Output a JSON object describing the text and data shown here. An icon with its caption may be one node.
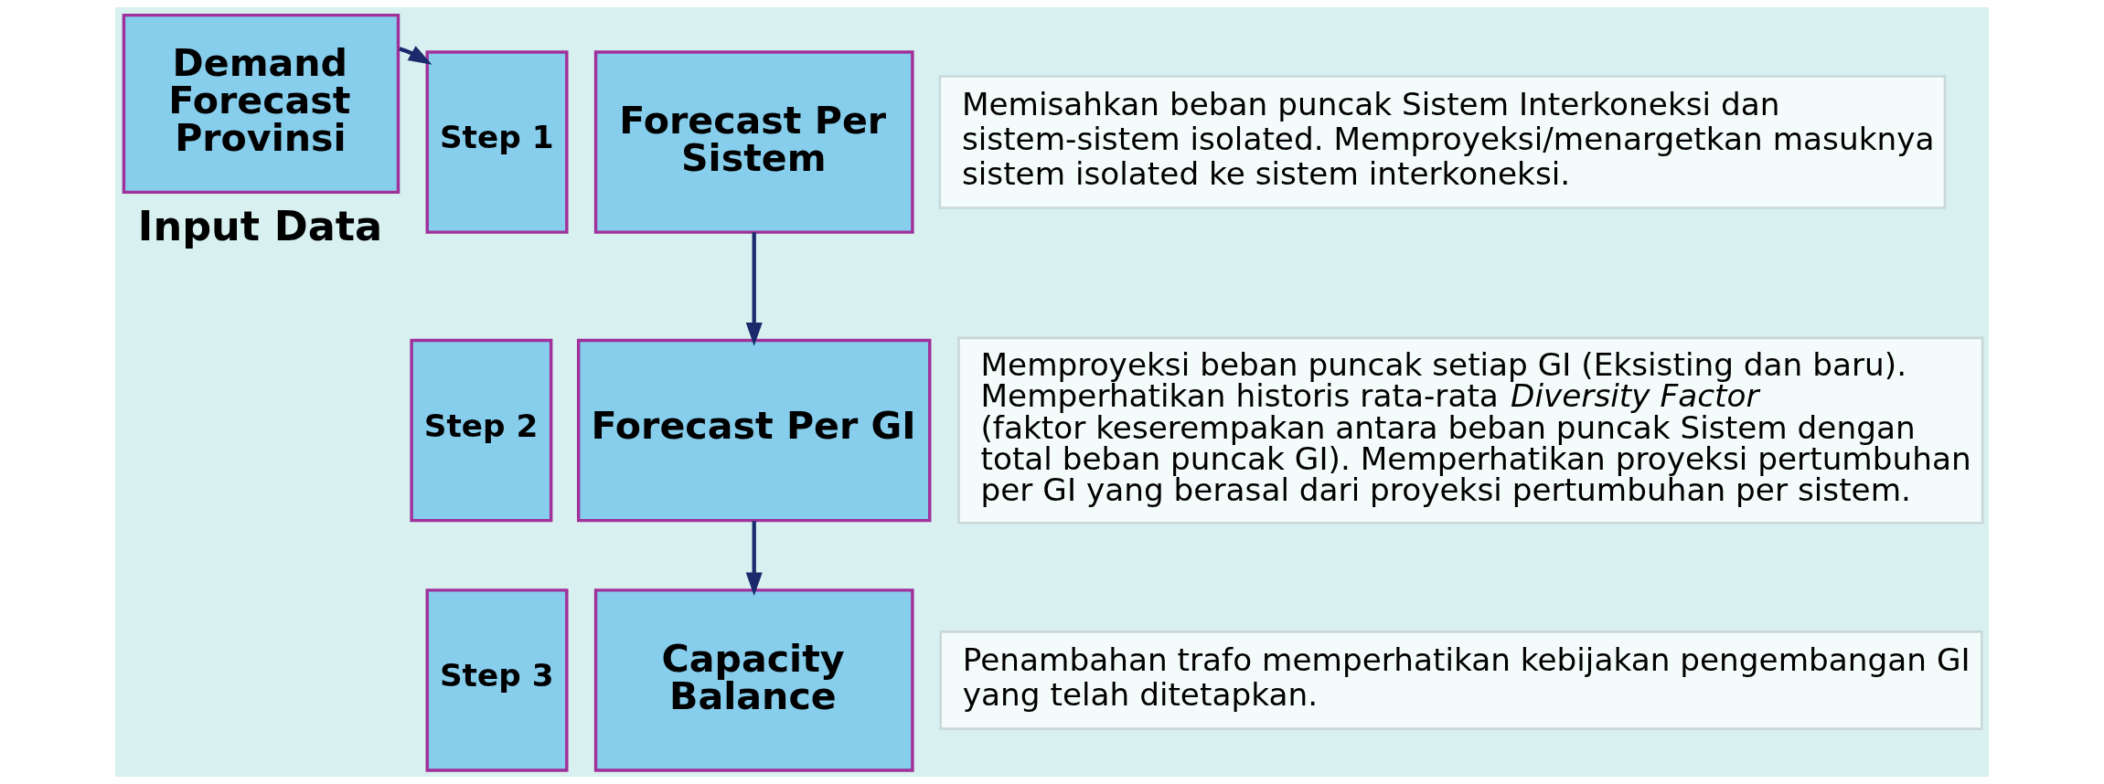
{
  "diagram": {
    "nodes": [
      {
        "text": [
          "Demand Forecast Provinsi"
        ],
        "beside": [
          "Input Data"
        ]
      },
      {
        "text": [
          "Step 1"
        ]
      },
      {
        "text": [
          "Forecast Per Sistem"
        ]
      },
      {
        "text": [
          "Memisahkan beban puncak Sistem Interkoneksi dan sistem-sistem isolated. Memproyeksi/menargetkan masuknya sistem isolated ke sistem interkoneksi."
        ]
      },
      {
        "text": [
          "Step 2"
        ]
      },
      {
        "text": [
          "Forecast Per GI"
        ]
      },
      {
        "text": [
          "Memproyeksi beban puncak setiap GI (Eksisting dan baru). Memperhatikan historis rata-rata *Diversity Factor* (faktor keserempakan antara beban puncak Sistem dengan total beban puncak GI). Memperhatikan proyeksi pertumbuhan per GI yang berasal dari proyeksi pertumbuhan per sistem."
        ]
      },
      {
        "text": [
          "Step 3"
        ]
      },
      {
        "text": [
          "Capacity Balance"
        ]
      },
      {
        "text": [
          "Penambahan trafo memperhatikan kebijakan pengembangan GI yang telah ditetapkan."
        ]
      }
    ],
    "edges": [
      {
        "from": 0,
        "to": 1,
        "arrow": "to"
      },
      {
        "from": 2,
        "to": 5,
        "arrow": "to"
      },
      {
        "from": 5,
        "to": 8,
        "arrow": "to"
      }
    ]
  }
}
